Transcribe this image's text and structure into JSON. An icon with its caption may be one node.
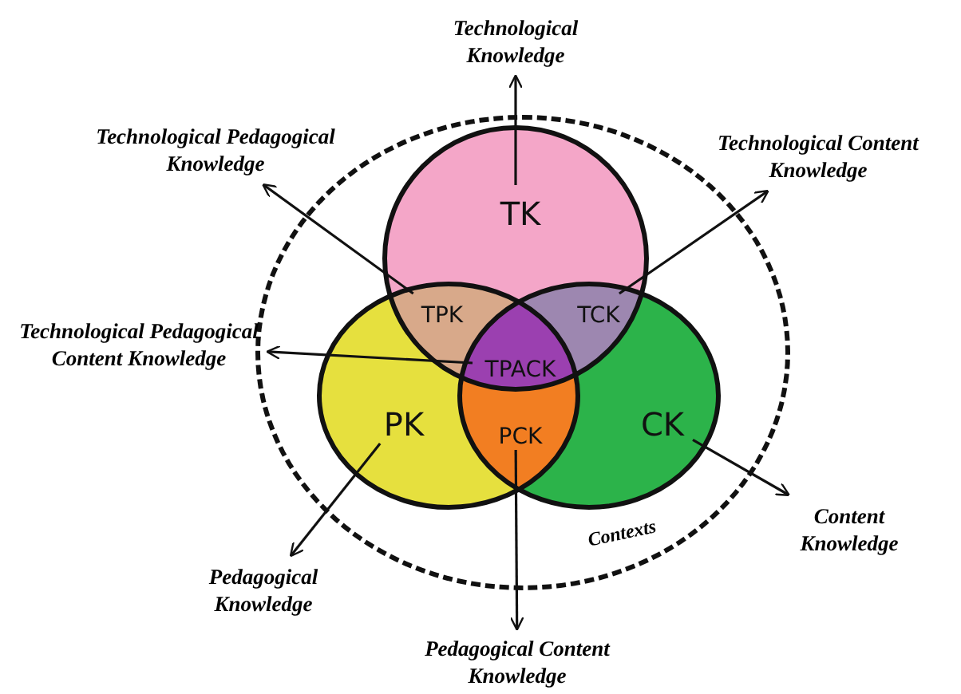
{
  "diagram": {
    "nodes": [
      {
        "text": [
          "Technological Knowledge"
        ]
      },
      {
        "text": [
          "Technological Pedagogical Knowledge"
        ]
      },
      {
        "text": [
          "Technological Content Knowledge"
        ]
      },
      {
        "text": [
          "Contexts"
        ]
      },
      {
        "text": [
          "TK"
        ],
        "in": 3
      },
      {
        "text": [
          "TPK"
        ],
        "in": 3
      },
      {
        "text": [
          "TCK"
        ],
        "in": 3
      },
      {
        "text": [
          "Technological Pedagogical Content Knowledge"
        ]
      },
      {
        "text": [
          "TPACK"
        ],
        "in": 3
      },
      {
        "text": [
          "PK"
        ],
        "in": 3
      },
      {
        "text": [
          "PCK"
        ],
        "in": 3
      },
      {
        "text": [
          "CK"
        ],
        "in": 3
      },
      {
        "text": [
          "Pedagogical Knowledge"
        ]
      },
      {
        "text": [
          "Content Knowledge"
        ]
      },
      {
        "text": [
          "Pedagogical Content Knowledge"
        ]
      }
    ],
    "edges": [
      {
        "from": 4,
        "to": 0,
        "arrow": "to"
      },
      {
        "from": 5,
        "to": 1,
        "arrow": "to"
      },
      {
        "from": 6,
        "to": 2,
        "arrow": "to"
      },
      {
        "from": 8,
        "to": 7,
        "arrow": "to"
      },
      {
        "from": 9,
        "to": 12,
        "arrow": "to"
      },
      {
        "from": 10,
        "to": 14,
        "arrow": "to"
      },
      {
        "from": 11,
        "to": 13,
        "arrow": "to"
      }
    ]
  }
}
